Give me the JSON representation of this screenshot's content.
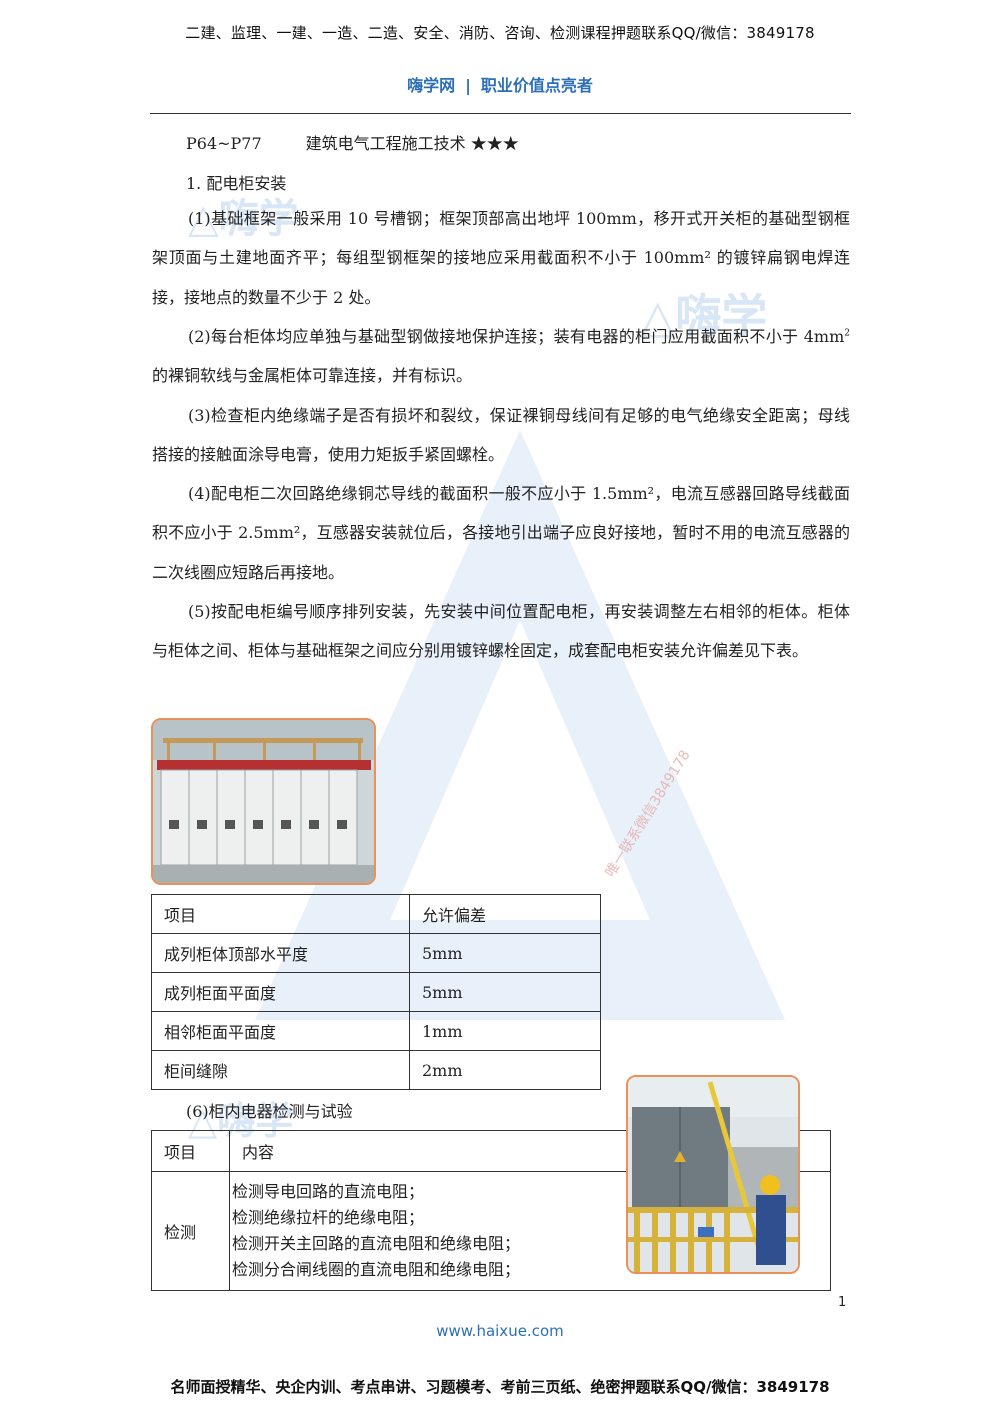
{
  "header": {
    "top_banner": "二建、监理、一建、一造、二造、安全、消防、咨询、检测课程押题联系QQ/微信：3849178",
    "brand_name": "嗨学网",
    "brand_sep": "|",
    "brand_slogan": "职业价值点亮者"
  },
  "heading": {
    "pages": "P64~P77",
    "title": "建筑电气工程施工技术",
    "stars": "★★★"
  },
  "section1": {
    "title": "1. 配电柜安装"
  },
  "paragraphs": {
    "p1": "(1)基础框架一般采用 10 号槽钢；框架顶部高出地坪 100mm，移开式开关柜的基础型钢框架顶面与土建地面齐平；每组型钢框架的接地应采用截面积不小于 100mm² 的镀锌扁钢电焊连接，接地点的数量不少于 2 处。",
    "p2_a": "(2)每台柜体均应单独与基础型钢做接地保护连接；装有电器的柜门应用截面积不小于 4mm",
    "p2_sup": "2",
    "p2_b": " 的裸铜软线与金属柜体可靠连接，并有标识。",
    "p3": "(3)检查柜内绝缘端子是否有损坏和裂纹，保证裸铜母线间有足够的电气绝缘安全距离；母线搭接的接触面涂导电膏，使用力矩扳手紧固螺栓。",
    "p4": "(4)配电柜二次回路绝缘铜芯导线的截面积一般不应小于 1.5mm²，电流互感器回路导线截面积不应小于 2.5mm²，互感器安装就位后，各接地引出端子应良好接地，暂时不用的电流互感器的二次线圈应短路后再接地。",
    "p5": "(5)按配电柜编号顺序排列安装，先安装中间位置配电柜，再安装调整左右相邻的柜体。柜体与柜体之间、柜体与基础框架之间应分别用镀锌螺栓固定，成套配电柜安装允许偏差见下表。"
  },
  "deviation_table": {
    "headers": [
      "项目",
      "允许偏差"
    ],
    "rows": [
      [
        "成列柜体顶部水平度",
        "5mm"
      ],
      [
        "成列柜面平面度",
        "5mm"
      ],
      [
        "相邻柜面平面度",
        "1mm"
      ],
      [
        "柜间缝隙",
        "2mm"
      ]
    ]
  },
  "section6": {
    "title": "(6)柜内电器检测与试验"
  },
  "test_table": {
    "headers": [
      "项目",
      "内容"
    ],
    "row_label": "检测",
    "items": [
      "检测导电回路的直流电阻；",
      "检测绝缘拉杆的绝缘电阻；",
      "检测开关主回路的直流电阻和绝缘电阻；",
      "检测分合闸线圈的直流电阻和绝缘电阻；"
    ]
  },
  "watermarks": {
    "logo_text": "嗨学",
    "vertical_note": "唯一联系微信3849178"
  },
  "footer": {
    "page_number": "1",
    "website": "www.haixue.com",
    "bottom_banner": "名师面授精华、央企内训、考点串讲、习题模考、考前三页纸、绝密押题联系QQ/微信：3849178"
  },
  "colors": {
    "brand_blue": "#2c6fb7",
    "photo_border": "#e8915a",
    "watermark": "#cfe0f3"
  }
}
